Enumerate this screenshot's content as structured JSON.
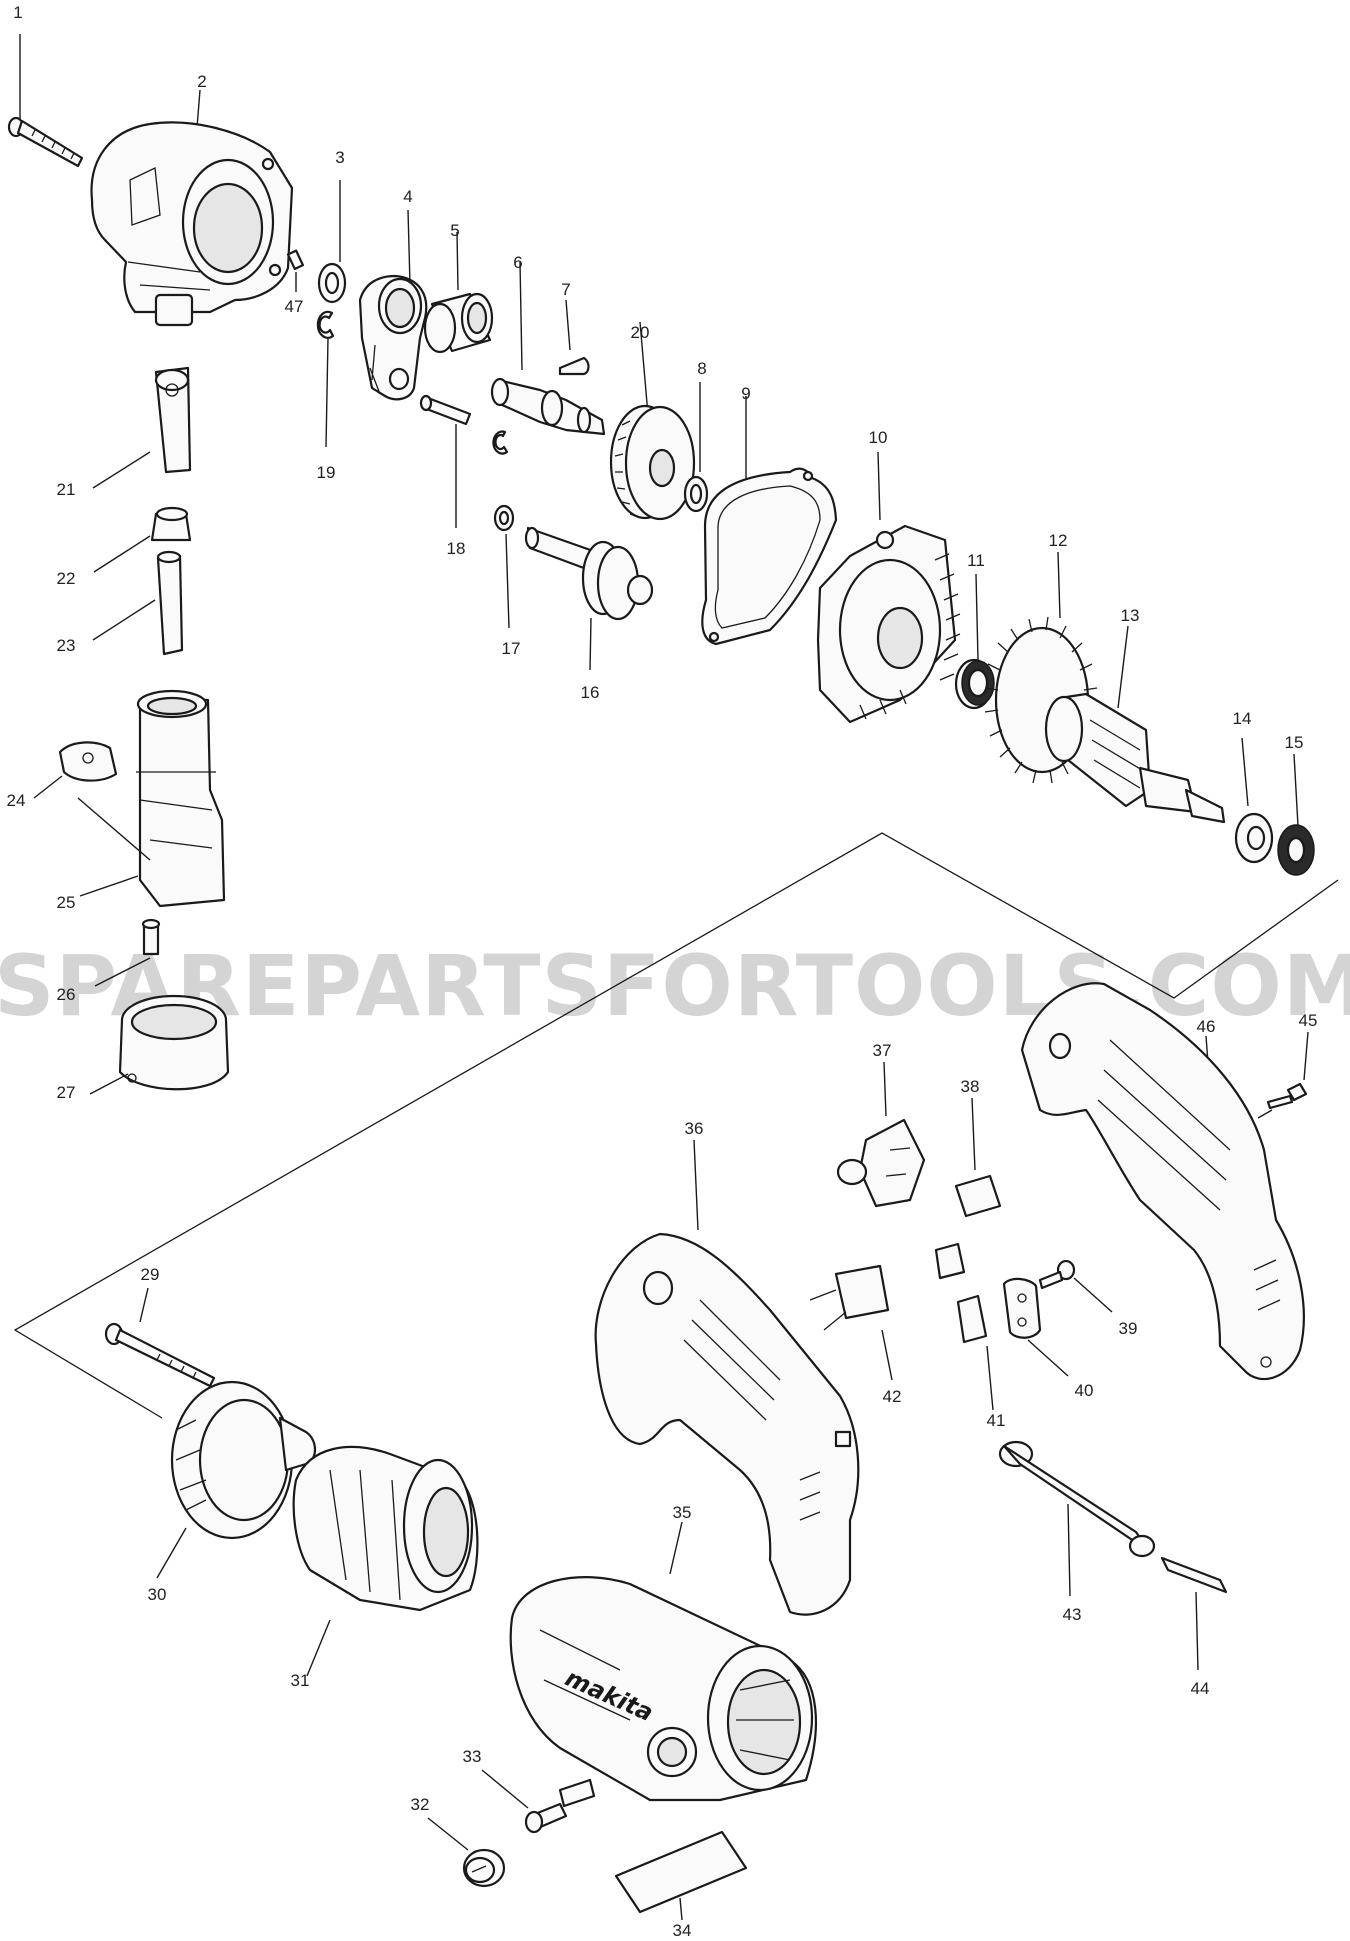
{
  "watermark": "SPAREPARTSFORTOOLS.COM.AU",
  "brand_logo": "makita",
  "part_numbers": [
    "1",
    "2",
    "3",
    "4",
    "5",
    "6",
    "7",
    "8",
    "9",
    "10",
    "11",
    "12",
    "13",
    "14",
    "15",
    "16",
    "17",
    "18",
    "19",
    "20",
    "21",
    "22",
    "23",
    "24",
    "25",
    "26",
    "27",
    "29",
    "30",
    "31",
    "32",
    "33",
    "34",
    "35",
    "36",
    "37",
    "38",
    "39",
    "40",
    "41",
    "42",
    "43",
    "44",
    "45",
    "46",
    "47"
  ]
}
